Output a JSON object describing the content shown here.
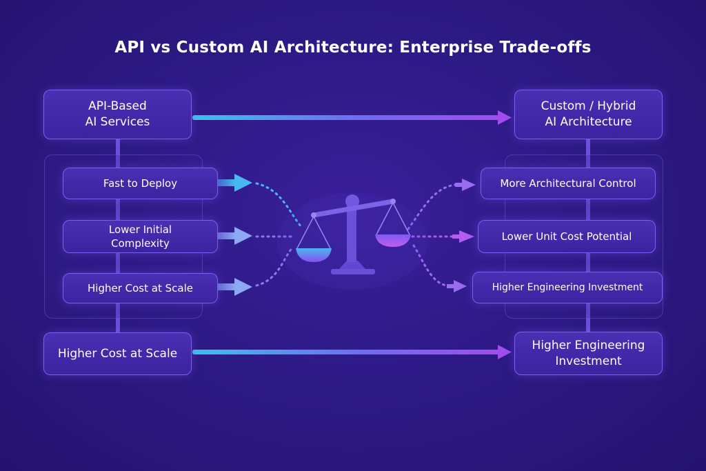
{
  "title": "API vs Custom AI Architecture: Enterprise Trade-offs",
  "left": {
    "header": "API-Based\nAI Services",
    "items": [
      "Fast to Deploy",
      "Lower Initial\nComplexity",
      "Higher Cost at Scale"
    ],
    "footer": "Higher Cost at Scale"
  },
  "right": {
    "header": "Custom / Hybrid\nAI Architecture",
    "items": [
      "More Architectural Control",
      "Lower Unit Cost Potential",
      "Higher Engineering Investment"
    ],
    "footer": "Higher Engineering\nInvestment"
  },
  "colors": {
    "background": "#2d1a86",
    "box_fill": "#4a2fb3",
    "box_border": "#7d5cf0",
    "arrow_start": "#3cc2ea",
    "arrow_end": "#a24cf0"
  },
  "icons": {
    "center": "balance-scale-icon"
  }
}
